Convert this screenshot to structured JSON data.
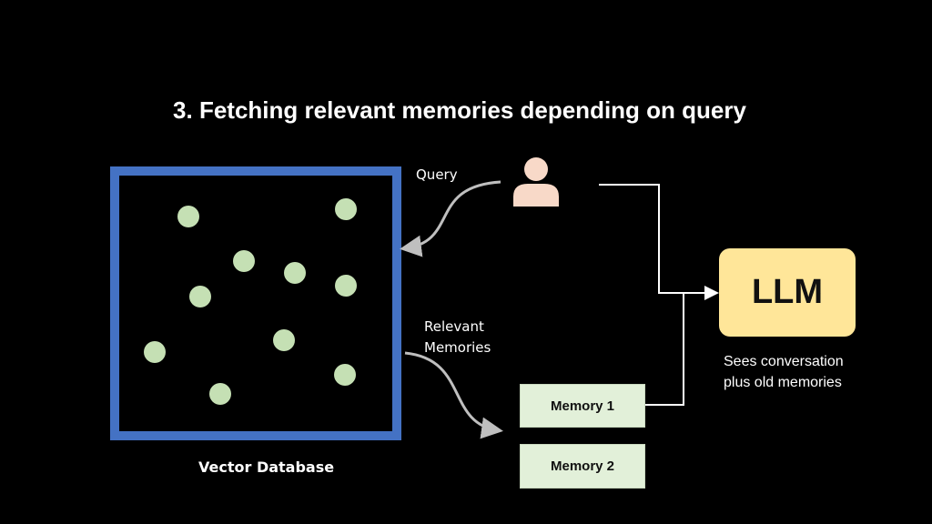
{
  "title": "3. Fetching relevant memories depending on query",
  "labels": {
    "query": "Query",
    "relevant_line1": "Relevant",
    "relevant_line2": "Memories",
    "vector_database": "Vector Database"
  },
  "memories": [
    "Memory 1",
    "Memory 2"
  ],
  "llm": {
    "label": "LLM",
    "caption_line1": "Sees conversation",
    "caption_line2": "plus old memories"
  },
  "colors": {
    "db_border": "#4472C4",
    "dot": "#C5E0B4",
    "memory_fill": "#E2F0D9",
    "llm_fill": "#FFE699",
    "user_icon": "#F8D9C8",
    "arrow": "#BFBFBF"
  }
}
